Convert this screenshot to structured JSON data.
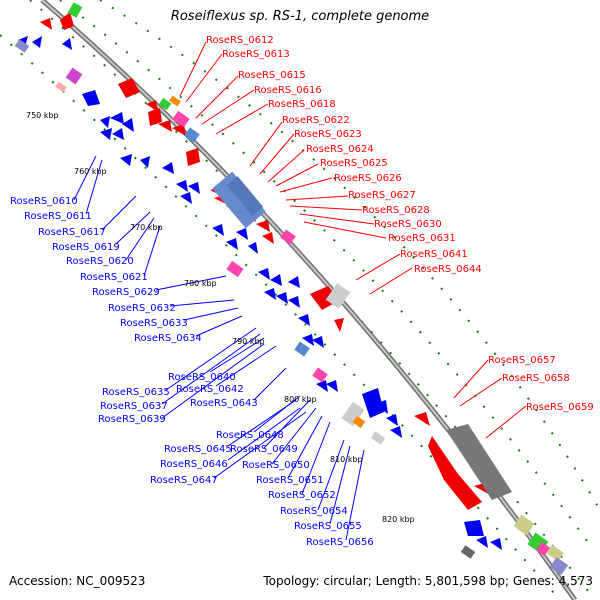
{
  "header": {
    "title": "Roseiflexus sp. RS-1, complete genome"
  },
  "footer": {
    "accession": "Accession: NC_009523",
    "summary": "Topology: circular; Length: 5,801,598 bp; Genes: 4,573"
  },
  "colors": {
    "forward": "#ff0000",
    "reverse": "#0000ff",
    "backbone": "#8a8a8a",
    "tick": "#108010"
  },
  "scale_ticks": [
    "750 kbp",
    "760 kbp",
    "770 kbp",
    "780 kbp",
    "790 kbp",
    "800 kbp",
    "810 kbp",
    "820 kbp"
  ],
  "forward_labels": [
    "RoseRS_0612",
    "RoseRS_0613",
    "RoseRS_0615",
    "RoseRS_0616",
    "RoseRS_0618",
    "RoseRS_0622",
    "RoseRS_0623",
    "RoseRS_0624",
    "RoseRS_0625",
    "RoseRS_0626",
    "RoseRS_0627",
    "RoseRS_0628",
    "RoseRS_0630",
    "RoseRS_0631",
    "RoseRS_0641",
    "RoseRS_0644",
    "RoseRS_0657",
    "RoseRS_0658",
    "RoseRS_0659"
  ],
  "reverse_labels": [
    "RoseRS_0610",
    "RoseRS_0611",
    "RoseRS_0617",
    "RoseRS_0619",
    "RoseRS_0620",
    "RoseRS_0621",
    "RoseRS_0629",
    "RoseRS_0632",
    "RoseRS_0633",
    "RoseRS_0634",
    "RoseRS_0640",
    "RoseRS_0635",
    "RoseRS_0642",
    "RoseRS_0637",
    "RoseRS_0643",
    "RoseRS_0639",
    "RoseRS_0648",
    "RoseRS_0645",
    "RoseRS_0649",
    "RoseRS_0646",
    "RoseRS_0650",
    "RoseRS_0647",
    "RoseRS_0651",
    "RoseRS_0652",
    "RoseRS_0654",
    "RoseRS_0655",
    "RoseRS_0656"
  ]
}
